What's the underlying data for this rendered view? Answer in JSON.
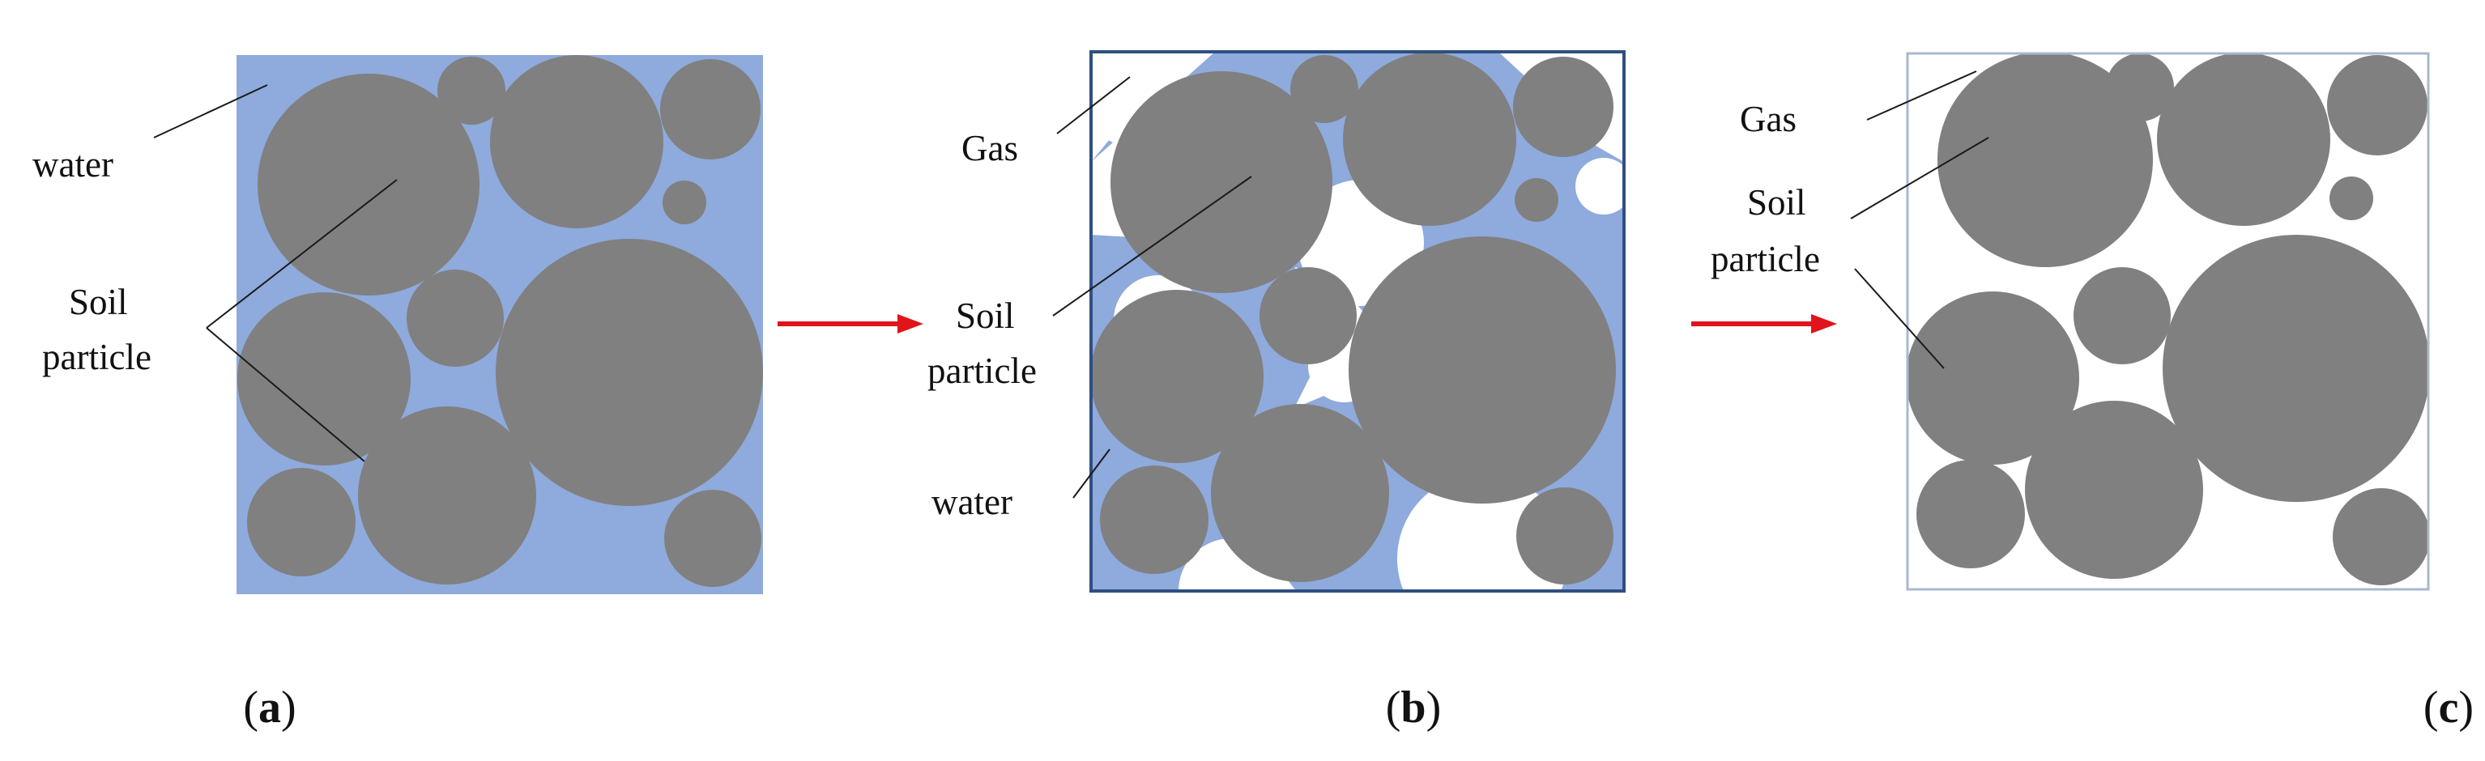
{
  "colors": {
    "water": "#8faadc",
    "soil_particle": "#808080",
    "gas": "#ffffff",
    "arrow": "#e0141a",
    "frame_b": "#2f4f80",
    "frame_c": "#a8b8d0"
  },
  "panels": [
    {
      "id": "a",
      "state": "saturated",
      "labels": {
        "water": "water",
        "soil_1": "Soil",
        "soil_2": "particle"
      },
      "caption": {
        "open": "(",
        "letter": "a",
        "close": ")"
      }
    },
    {
      "id": "b",
      "state": "unsaturated",
      "labels": {
        "gas": "Gas",
        "soil_1": "Soil",
        "soil_2": "particle",
        "water": "water"
      },
      "caption": {
        "open": "(",
        "letter": "b",
        "close": ")"
      }
    },
    {
      "id": "c",
      "state": "dry",
      "labels": {
        "gas": "Gas",
        "soil_1": "Soil",
        "soil_2": "particle"
      },
      "caption": {
        "open": "(",
        "letter": "c",
        "close": ")"
      }
    }
  ],
  "arrows": [
    "arrow-a-to-b",
    "arrow-b-to-c"
  ]
}
